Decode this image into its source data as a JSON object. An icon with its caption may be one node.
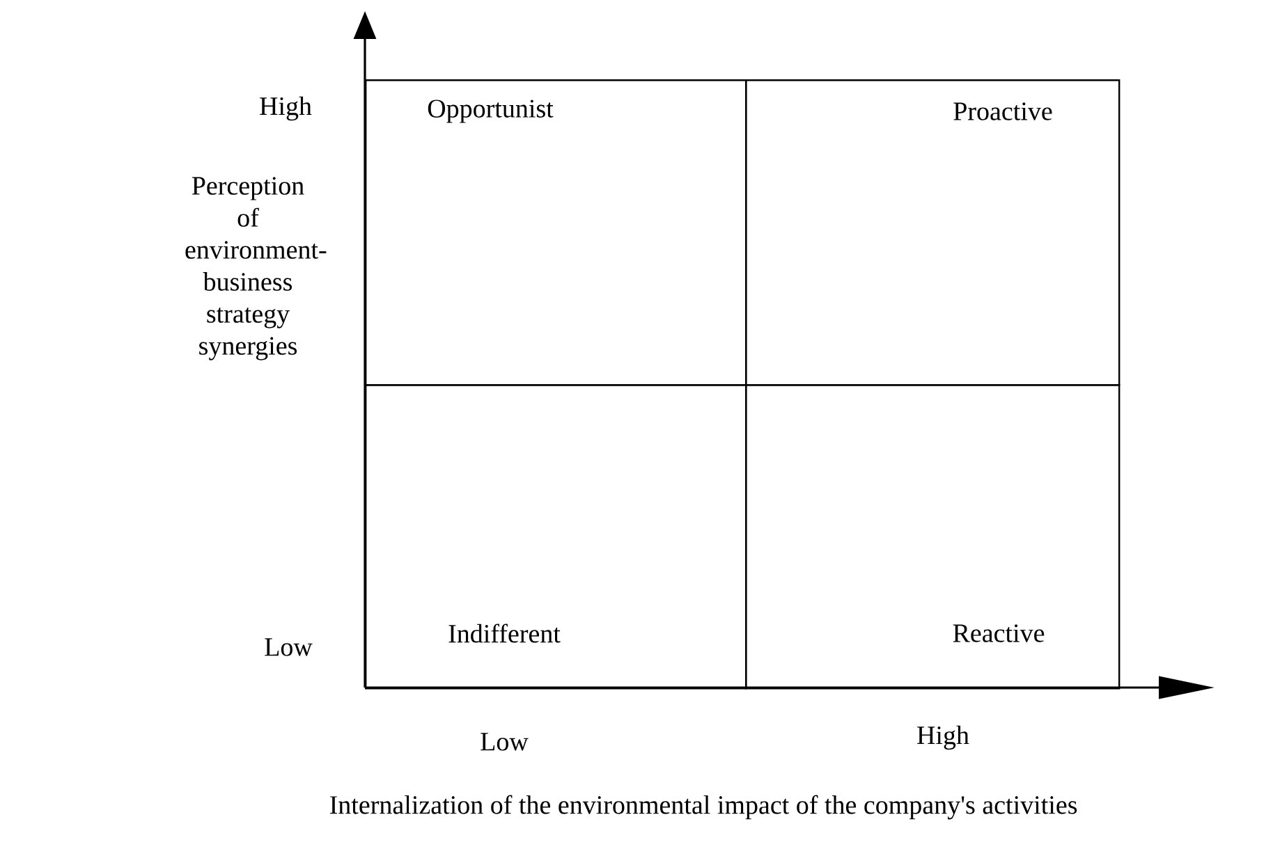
{
  "diagram": {
    "nodes": [
      {
        "text": [
          "Opportunist"
        ]
      },
      {
        "text": [
          "Proactive"
        ]
      },
      {
        "text": [
          "Indifferent"
        ]
      },
      {
        "text": [
          "Reactive"
        ]
      }
    ],
    "labels": [
      "High",
      "Perception of environment-business strategy synergies",
      "Low",
      "Low",
      "High",
      "Internalization of the environmental impact of the company's activities"
    ]
  }
}
